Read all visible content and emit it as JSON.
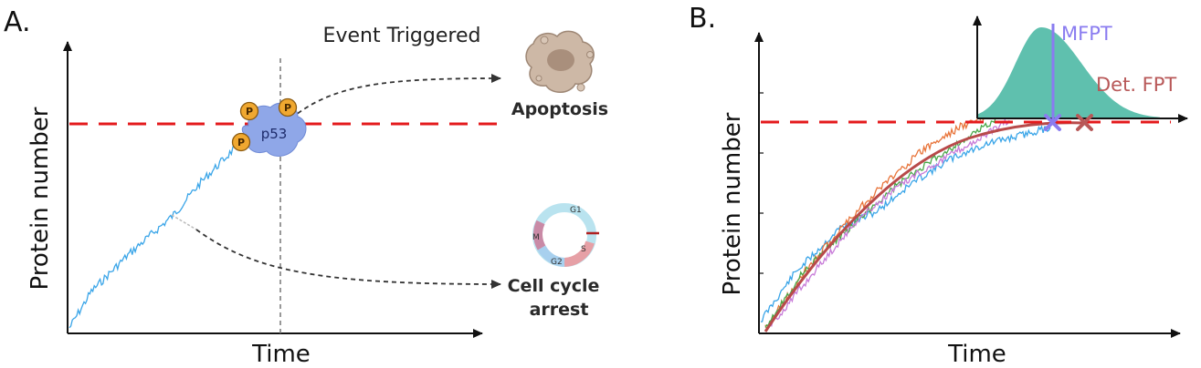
{
  "panel_a": {
    "label": "A.",
    "ylabel": "Protein number",
    "xlabel": "Time",
    "event_label": "Event Triggered",
    "outcome_top": "Apoptosis",
    "outcome_bottom_line1": "Cell cycle",
    "outcome_bottom_line2": "arrest",
    "protein_label": "p53",
    "phospho_label": "P",
    "cell_cycle_phases": {
      "g1": "G1",
      "s": "S",
      "g2": "G2",
      "m": "M"
    }
  },
  "panel_b": {
    "label": "B.",
    "ylabel": "Protein number",
    "xlabel": "Time",
    "mfpt_label": "MFPT",
    "det_fpt_label": "Det. FPT"
  },
  "colors": {
    "threshold": "#e41a1c",
    "trajectory_blue": "#3aa5e8",
    "trajectory_orange": "#e8743a",
    "trajectory_green": "#4aa84a",
    "trajectory_purple": "#c77ad8",
    "deterministic": "#b84a4a",
    "distribution": "#5fc0ae",
    "mfpt": "#8a7cf0",
    "det_fpt": "#b85858",
    "p53_blob": "#8fa7e8",
    "phospho": "#f0a830"
  },
  "icons": {
    "apoptosis": "apoptotic-cell-icon",
    "cell_cycle": "cell-cycle-ring-icon"
  }
}
